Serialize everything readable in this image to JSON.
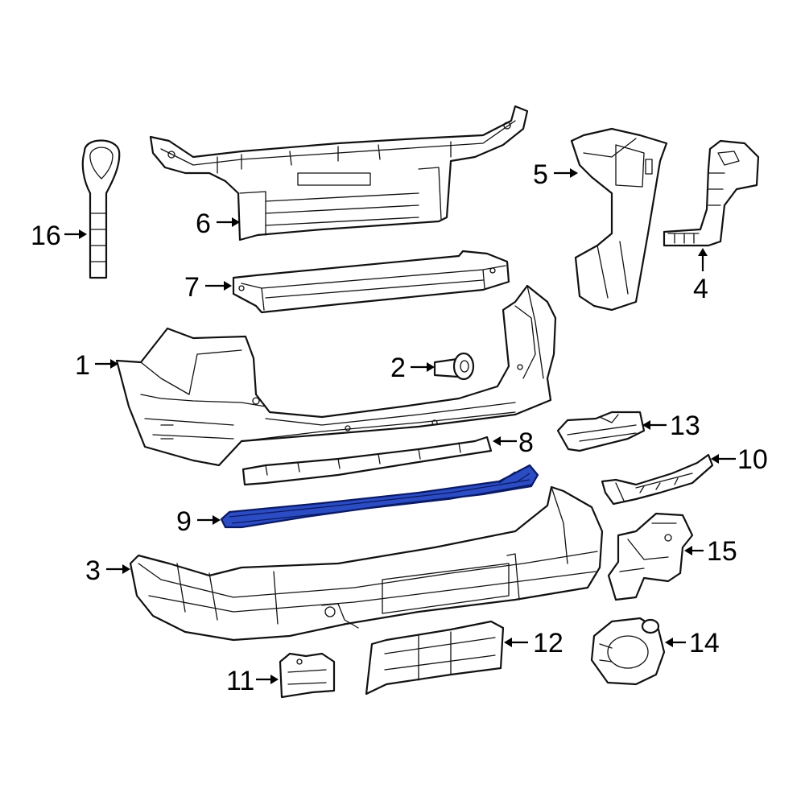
{
  "diagram": {
    "highlight_color": "#2b4cc2",
    "callouts": [
      {
        "id": "1",
        "label": "1"
      },
      {
        "id": "2",
        "label": "2"
      },
      {
        "id": "3",
        "label": "3"
      },
      {
        "id": "4",
        "label": "4"
      },
      {
        "id": "5",
        "label": "5"
      },
      {
        "id": "6",
        "label": "6"
      },
      {
        "id": "7",
        "label": "7"
      },
      {
        "id": "8",
        "label": "8"
      },
      {
        "id": "9",
        "label": "9"
      },
      {
        "id": "10",
        "label": "10"
      },
      {
        "id": "11",
        "label": "11"
      },
      {
        "id": "12",
        "label": "12"
      },
      {
        "id": "13",
        "label": "13"
      },
      {
        "id": "14",
        "label": "14"
      },
      {
        "id": "15",
        "label": "15"
      },
      {
        "id": "16",
        "label": "16"
      }
    ]
  }
}
